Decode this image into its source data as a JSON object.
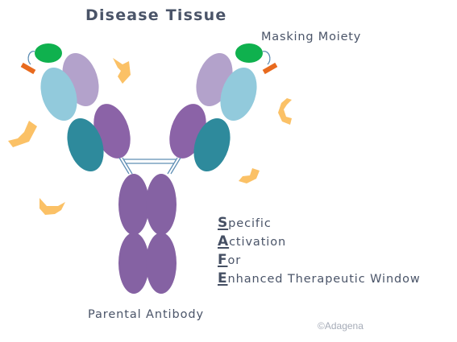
{
  "title": "Disease Tissue",
  "labels": {
    "masking_moiety": "Masking Moiety",
    "parental_antibody": "Parental Antibody"
  },
  "acronym": {
    "lines": [
      {
        "letter": "S",
        "rest": "pecific"
      },
      {
        "letter": "A",
        "rest": "ctivation"
      },
      {
        "letter": "F",
        "rest": "or"
      },
      {
        "letter": "E",
        "rest": "nhanced Therapeutic Window"
      }
    ]
  },
  "copyright": "©Adagena",
  "colors": {
    "text": "#4a5468",
    "fc": "#8562a3",
    "ch1": "#8b63a7",
    "vh": "#2e8a9c",
    "cl": "#b3a2cb",
    "vl": "#92cadc",
    "masking_moiety": "#0fb14e",
    "linker": "#e86a1e",
    "protease": "#fbc166",
    "hinge": "#5f8fb5"
  }
}
